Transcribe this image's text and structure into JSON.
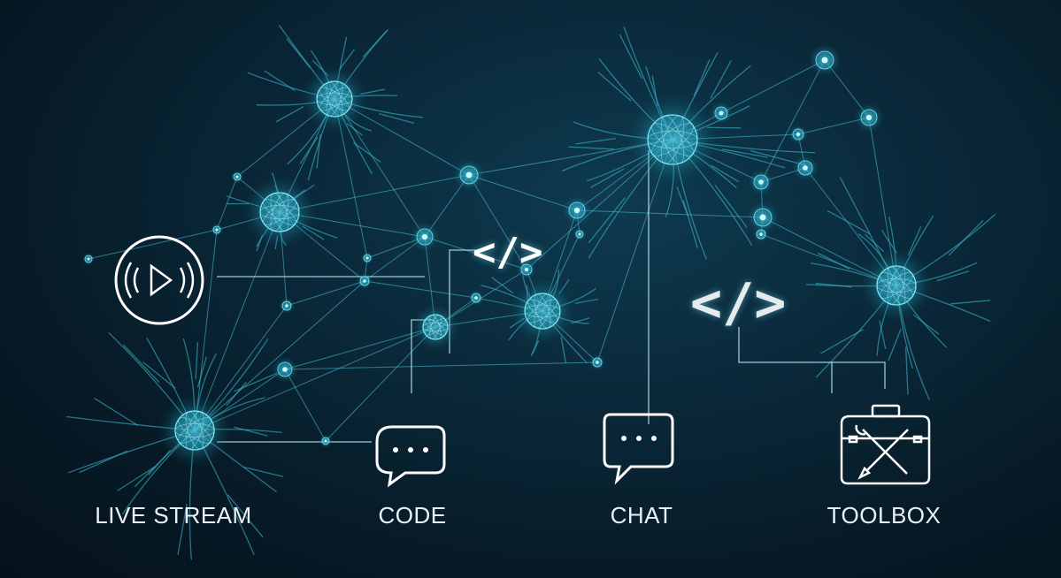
{
  "colors": {
    "background": "#071a26",
    "network_line": "#4fc7dd",
    "node_glow": "#3fd0e6",
    "icon_stroke": "#ffffff",
    "label_text": "#e8f2f6"
  },
  "features": [
    {
      "label": "LIVE STREAM",
      "icon": "play-broadcast-icon"
    },
    {
      "label": "CODE",
      "icon": "chat-bubble-icon"
    },
    {
      "label": "CHAT",
      "icon": "chat-bubble-icon"
    },
    {
      "label": "TOOLBOX",
      "icon": "toolbox-icon"
    }
  ],
  "code_tags": [
    "</>",
    "</>"
  ]
}
